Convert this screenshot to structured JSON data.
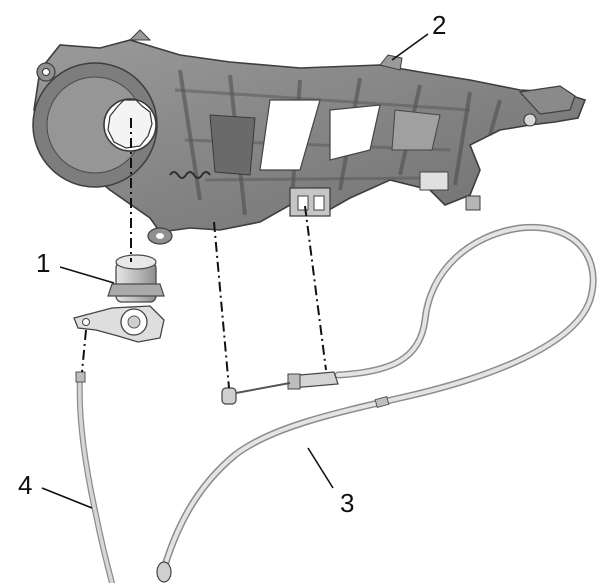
{
  "diagram": {
    "callouts": [
      {
        "id": "1",
        "label": "1"
      },
      {
        "id": "2",
        "label": "2"
      },
      {
        "id": "3",
        "label": "3"
      },
      {
        "id": "4",
        "label": "4"
      }
    ],
    "parts": {
      "bracket": "door-handle-bracket",
      "cylinder": "lock-cylinder",
      "release_cable": "release-cable",
      "lock_rod": "lock-rod"
    },
    "colors": {
      "bracket_fill": "#8a8a8a",
      "bracket_dark": "#5e5e5e",
      "bracket_light": "#b3b3b3",
      "cable": "#c8c8c8",
      "cable_edge": "#8c8c8c",
      "line": "#111111"
    }
  }
}
